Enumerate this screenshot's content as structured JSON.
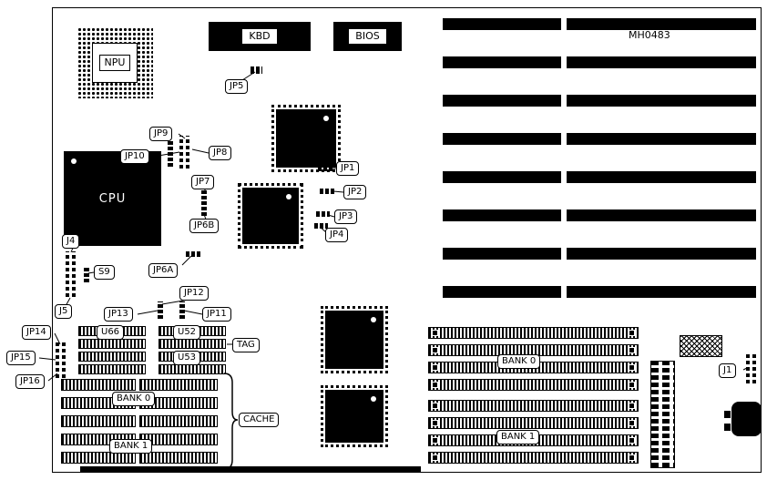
{
  "diagram": {
    "part_number": "MH0483",
    "chips": {
      "kbd": "KBD",
      "bios": "BIOS",
      "npu": "NPU",
      "cpu": "CPU"
    },
    "jumpers": {
      "jp1": "JP1",
      "jp2": "JP2",
      "jp3": "JP3",
      "jp4": "JP4",
      "jp5": "JP5",
      "jp6a": "JP6A",
      "jp6b": "JP6B",
      "jp7": "JP7",
      "jp8": "JP8",
      "jp9": "JP9",
      "jp10": "JP10",
      "jp11": "JP11",
      "jp12": "JP12",
      "jp13": "JP13",
      "jp14": "JP14",
      "jp15": "JP15",
      "jp16": "JP16"
    },
    "connectors": {
      "j1": "J1",
      "j4": "J4",
      "j5": "J5",
      "s9": "S9"
    },
    "memory": {
      "u66": "U66",
      "u52": "U52",
      "u53": "U53",
      "tag": "TAG",
      "cache": "CACHE",
      "cache_bank0": "BANK 0",
      "cache_bank1": "BANK 1",
      "simm_bank0": "BANK 0",
      "simm_bank1": "BANK 1"
    }
  }
}
